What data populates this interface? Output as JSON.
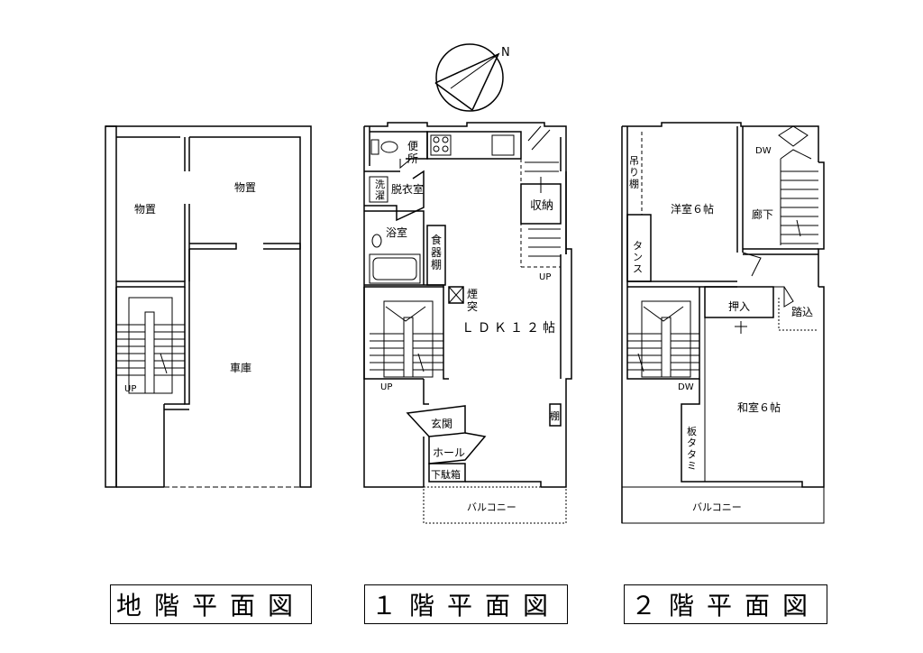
{
  "north_label": "N",
  "basement": {
    "caption": "地階平面図",
    "rooms": {
      "storage_left": "物置",
      "storage_right": "物置",
      "garage": "車庫",
      "stair_up": "UP"
    }
  },
  "floor1": {
    "caption": "１階平面図",
    "rooms": {
      "toilet": "便\n所",
      "wash": "洗\n濯",
      "dressing": "脱衣室",
      "bath": "浴室",
      "pantry": "食\n器\n棚",
      "storage": "収納",
      "stair_up_right": "UP",
      "chimney": "煙\n突",
      "ldk": "ＬＤＫ１２帖",
      "stair_up_left": "UP",
      "shelf": "棚",
      "entrance": "玄関",
      "hall": "ホール",
      "shoe_box": "下駄箱",
      "balcony": "バルコニー"
    }
  },
  "floor2": {
    "caption": "２階平面図",
    "rooms": {
      "hanging_shelf": "吊\nり\n棚",
      "dw_top": "DW",
      "western_room": "洋室６帖",
      "hallway": "廊下",
      "wardrobe": "タ\nン\nス",
      "closet": "押入",
      "step": "踏込",
      "dw_left": "DW",
      "japanese_room": "和室６帖",
      "board_tatami": "板\nタ\nタ\nミ",
      "balcony": "バルコニー"
    }
  }
}
